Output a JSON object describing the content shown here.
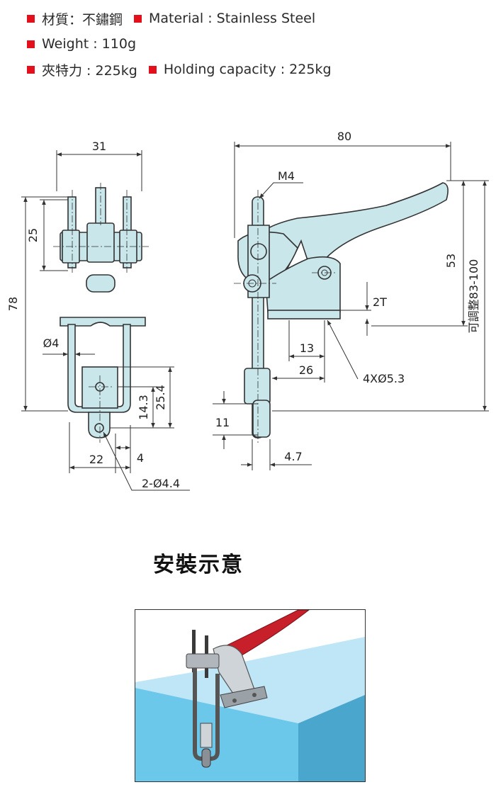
{
  "specs": {
    "material_zh_label": "材質：不鏽鋼",
    "material_en_label": "Material : Stainless Steel",
    "weight_label": "Weight : 110g",
    "holding_zh_label": "夾特力 : 225kg",
    "holding_en_label": "Holding capacity : 225kg",
    "bullet_color": "#e3101c"
  },
  "drawing": {
    "front_view": {
      "width_31": "31",
      "height_78": "78",
      "height_25": "25",
      "dia_4": "Ø4",
      "dim_14_3": "14.3",
      "dim_25_4": "25.4",
      "dim_22": "22",
      "dim_4": "4",
      "holes_note": "2-Ø4.4"
    },
    "side_view": {
      "length_80": "80",
      "thread_m4": "M4",
      "height_53": "53",
      "adjust_range": "可調整83-100",
      "thickness_2t": "2T",
      "dim_13": "13",
      "dim_26": "26",
      "mount_holes": "4XØ5.3",
      "dim_11": "11",
      "dim_4_7": "4.7"
    },
    "fill_color": "#c9e6ea"
  },
  "install": {
    "title": "安裝示意",
    "handle_color": "#c8202a",
    "table_color": "#6cc8ea"
  }
}
